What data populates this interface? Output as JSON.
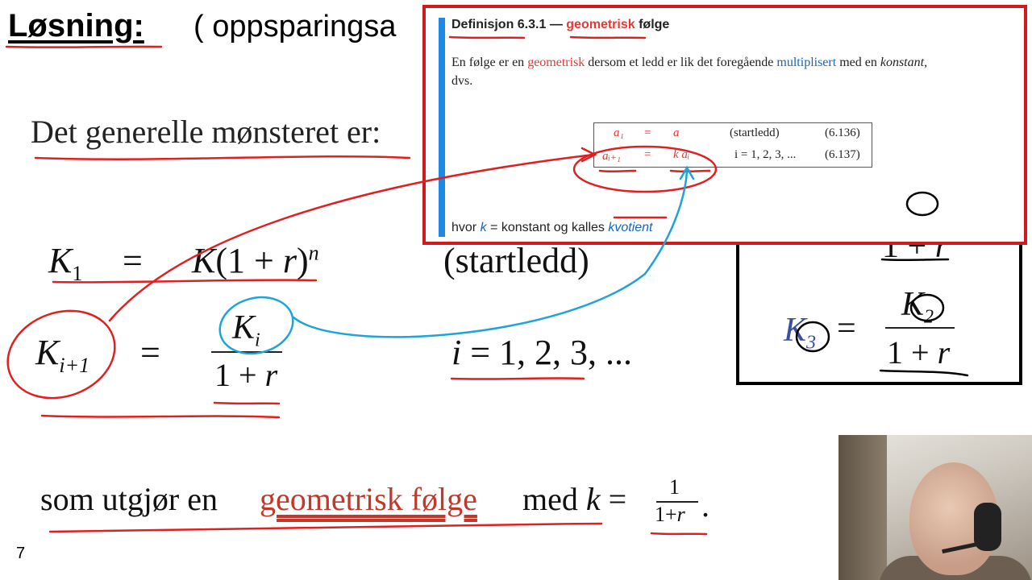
{
  "header": {
    "title": "Løsning:",
    "subtitle": "( oppsparingsa"
  },
  "main": {
    "pattern_label": "Det generelle mønsteret er:",
    "k1_symbol": "K",
    "k1_sub": "1",
    "eq": "=",
    "k1_rhs_k": "K",
    "k1_rhs_paren": "(1 + ",
    "k1_rhs_r": "r",
    "k1_rhs_close": ")",
    "k1_rhs_exp": "n",
    "startledd": "(startledd)",
    "ki1_symbol": "K",
    "ki1_sub": "i+1",
    "frac_num": "K",
    "frac_num_sub": "i",
    "frac_den": "1 + ",
    "frac_den_r": "r",
    "i_var": "i",
    "i_seq": " = 1, 2, 3, ...",
    "conclusion_pre": "som utgjør en",
    "conclusion_link": "geometrisk følge",
    "conclusion_med": "med ",
    "conclusion_k": "k",
    "conclusion_eq": " =",
    "k_frac_num": "1",
    "k_frac_den": "1+",
    "k_frac_den_r": "r",
    "dot": "."
  },
  "slide_number": "7",
  "k3_box": {
    "top_partial": "1 + ",
    "top_partial_r": "r",
    "k3_symbol": "K",
    "k3_sub": "3",
    "eq": "=",
    "num": "K",
    "num_sub": "2",
    "den": "1 + ",
    "den_r": "r"
  },
  "definition": {
    "heading_prefix": "Definisjon 6.3.1 — ",
    "heading_highlight": "geometrisk",
    "heading_suffix": " følge",
    "body_1": "En følge er en ",
    "body_geo": "geometrisk",
    "body_2": " dersom et ledd er lik det foregående ",
    "body_mult": "multiplisert",
    "body_3": " med en ",
    "body_konstant": "konstant",
    "body_4": ",",
    "body_dvs": "dvs.",
    "row1_lhs": "a₁",
    "row1_eq": "=",
    "row1_rhs": "a",
    "row1_note": "(startledd)",
    "row1_num": "(6.136)",
    "row2_lhs": "aᵢ₊₁",
    "row2_eq": "=",
    "row2_rhs": "k aᵢ",
    "row2_note": "i = 1, 2, 3, ...",
    "row2_num": "(6.137)",
    "foot_1": "hvor ",
    "foot_k": "k",
    "foot_2": " = konstant og kalles ",
    "foot_kvotient": "kvotient"
  },
  "colors": {
    "definition_border": "#d11b1b",
    "definition_bar": "#1e88e5",
    "ink_red": "#e02020",
    "ink_blue": "#1fa3d8",
    "highlight_red": "#e53935"
  }
}
